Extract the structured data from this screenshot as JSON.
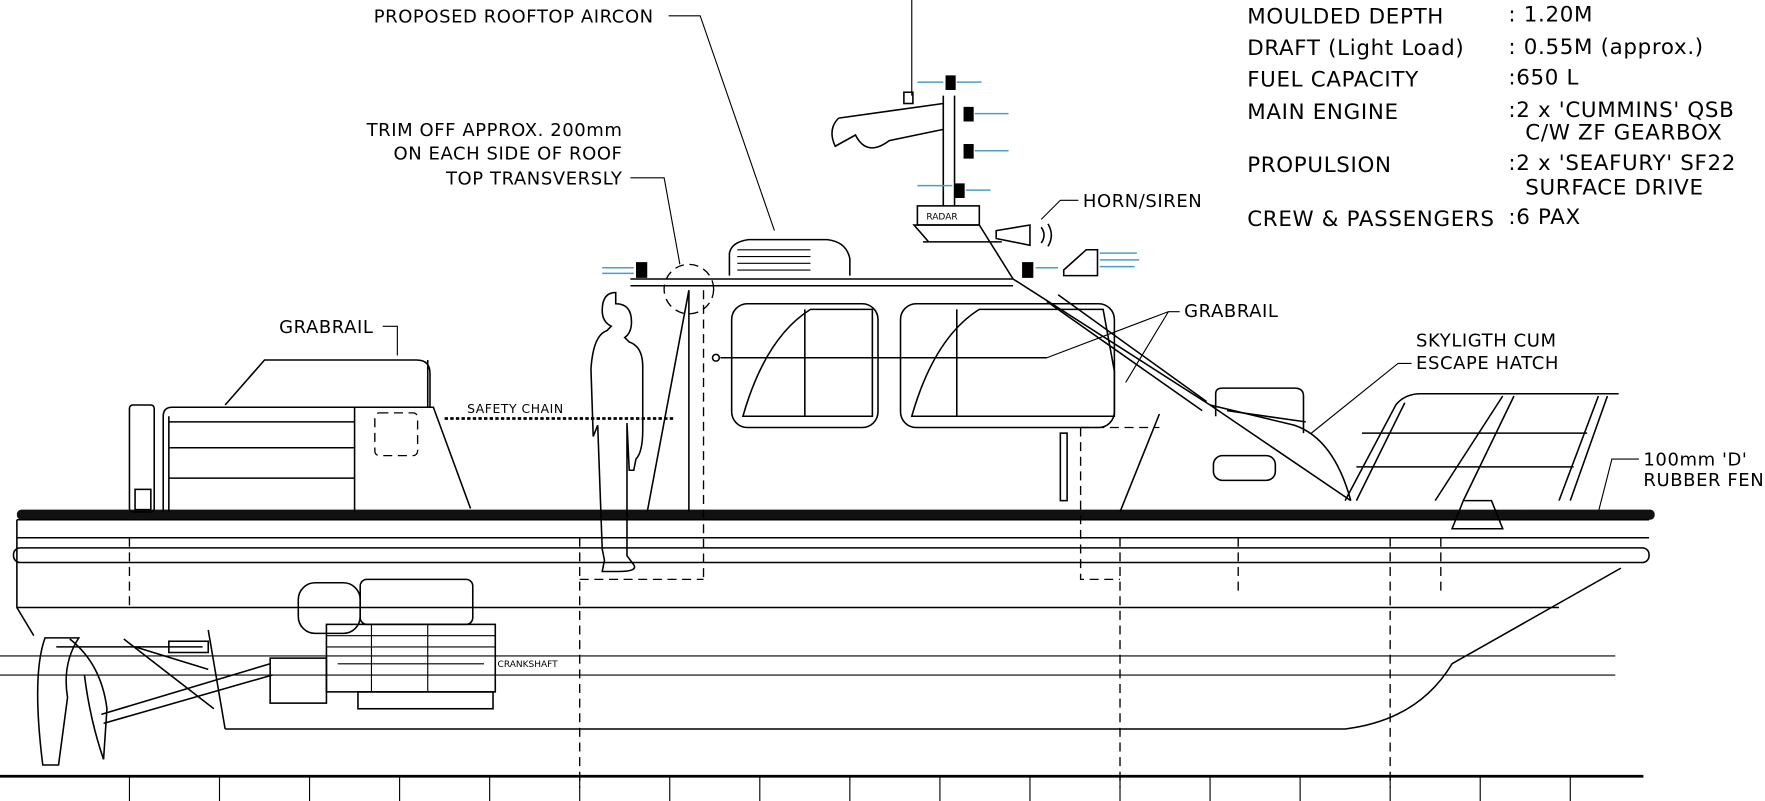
{
  "labels": {
    "aircon": "PROPOSED ROOFTOP AIRCON",
    "trim_1": "TRIM OFF APPROX. 200mm",
    "trim_2": "ON EACH SIDE OF ROOF",
    "trim_3": "TOP TRANSVERSLY",
    "grabrail_aft": "GRABRAIL",
    "grabrail_cabin": "GRABRAIL",
    "safety_chain": "SAFETY CHAIN",
    "radar": "RADAR",
    "horn": "HORN/SIREN",
    "skylight_1": "SKYLIGTH CUM",
    "skylight_2": "ESCAPE HATCH",
    "fender_1": "100mm 'D'",
    "fender_2": "RUBBER FEN",
    "crankshaft": "CRANKSHAFT"
  },
  "specs": [
    {
      "label": "MOULDED DEPTH",
      "value": ": 1.20M"
    },
    {
      "label": "DRAFT (Light Load)",
      "value": ": 0.55M (approx.)"
    },
    {
      "label": "FUEL CAPACITY",
      "value": ":650 L"
    },
    {
      "label": "MAIN ENGINE",
      "value": ":2 x 'CUMMINS' QSB",
      "value2": "C/W ZF GEARBOX"
    },
    {
      "label": "PROPULSION",
      "value": ":2 x 'SEAFURY' SF22",
      "value2": "SURFACE DRIVE"
    },
    {
      "label": "CREW & PASSENGERS",
      "value": ":6 PAX"
    }
  ],
  "colors": {
    "light_beam": "#4a9fc4",
    "line": "#000000"
  }
}
